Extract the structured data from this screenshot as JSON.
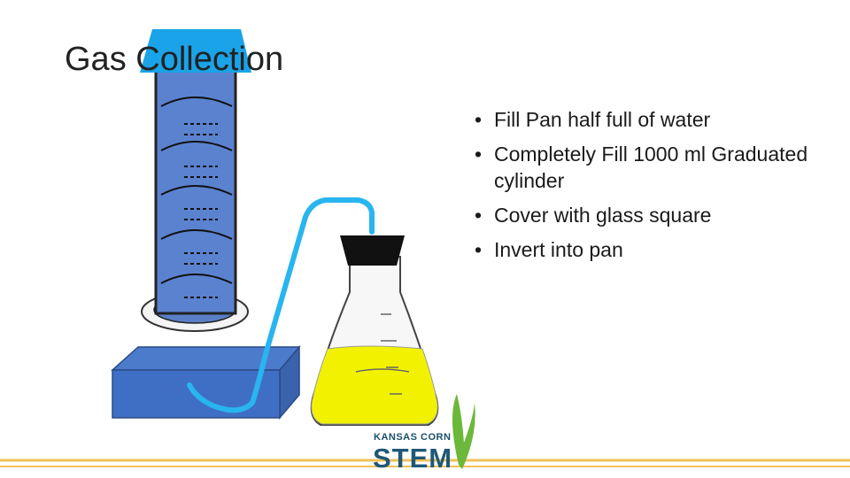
{
  "slide": {
    "title": "Gas Collection",
    "bullets": [
      "Fill Pan half full of water",
      "Completely Fill 1000 ml Graduated cylinder",
      "Cover with glass square",
      "Invert into pan"
    ]
  },
  "logo": {
    "top_text": "KANSAS CORN",
    "main_text": "STEM"
  },
  "colors": {
    "cylinder_cap": "#1aa3e8",
    "tube": "#29b5ef",
    "liquid": "#f2f200",
    "pan": "#3f6fc4",
    "stopper": "#111111",
    "footer_line": "#f0c15a",
    "leaf": "#6cb83a"
  }
}
